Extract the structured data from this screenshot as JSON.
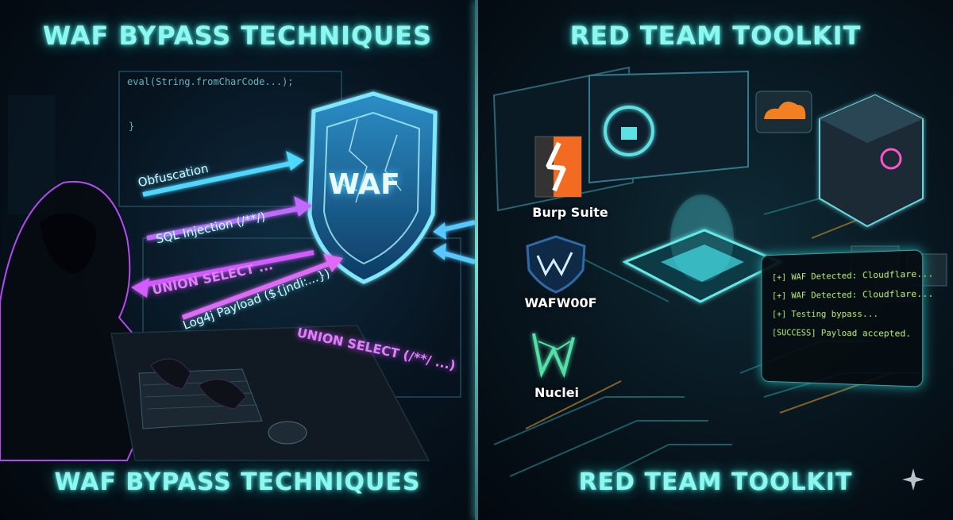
{
  "left_panel": {
    "title_top": "WAF BYPASS TECHNIQUES",
    "title_bottom": "WAF BYPASS TECHNIQUES",
    "shield_text": "WAF",
    "code_eval": "eval(String.fromCharCode...);",
    "code_brace": "}",
    "labels": {
      "obfuscation": "Obfuscation",
      "sql_injection": "SQL Injection (/**/)",
      "union_select_short": "UNION SELECT ...",
      "log4j": "Log4j Payload (${jndi:...})",
      "union_select_long": "UNION SELECT (/**/ ...)"
    }
  },
  "right_panel": {
    "title_top": "RED TEAM TOOLKIT",
    "title_bottom": "RED TEAM TOOLKIT",
    "tools": [
      {
        "name": "Burp Suite",
        "icon": "burp-suite-icon",
        "color": "#f36b23"
      },
      {
        "name": "WAFW00F",
        "icon": "wafw00f-icon",
        "color": "#1e6ea8"
      },
      {
        "name": "Nuclei",
        "icon": "nuclei-icon",
        "color": "#54e0a8"
      }
    ],
    "terminal_lines": [
      "[+] WAF Detected: Cloudflare...",
      "[+] WAF Detected: Cloudflare...",
      "[+] Testing bypass...",
      "[SUCCESS] Payload accepted."
    ]
  },
  "colors": {
    "accent": "#8ff7f0",
    "terminal_green": "#b6f07b",
    "burp_orange": "#f36b23",
    "magenta": "#d35cff",
    "cyan": "#4fd7ff"
  }
}
